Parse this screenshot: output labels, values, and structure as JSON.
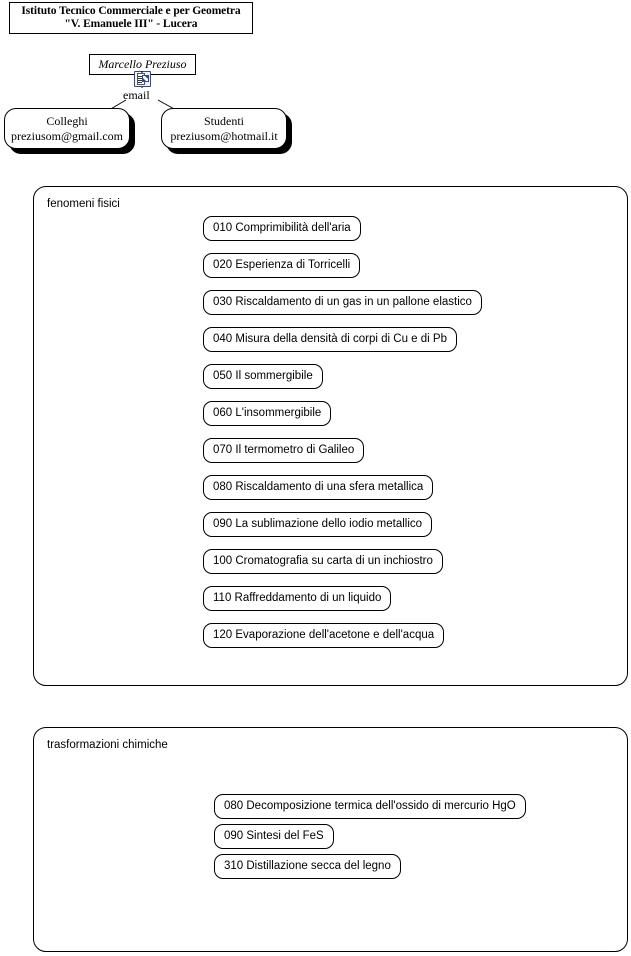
{
  "header": {
    "school_line1": "Istituto Tecnico Commerciale e per Geometra",
    "school_line2": "\"V. Emanuele III\" - Lucera"
  },
  "person": {
    "name": "Marcello Preziuso",
    "icon": "document-icon",
    "edge_label": "email"
  },
  "contacts": [
    {
      "title": "Colleghi",
      "address": "preziusom@gmail.com"
    },
    {
      "title": "Studenti",
      "address": "preziusom@hotmail.it"
    }
  ],
  "sections": [
    {
      "title": "fenomeni fisici",
      "items": [
        "010 Comprimibilità dell'aria",
        "020 Esperienza di Torricelli",
        "030 Riscaldamento di un gas in un pallone elastico",
        "040 Misura della densità di corpi di Cu e di Pb",
        "050 Il sommergibile",
        "060 L'insommergibile",
        "070 Il termometro di Galileo",
        "080 Riscaldamento di una sfera metallica",
        "090 La sublimazione dello iodio metallico",
        "100 Cromatografia su carta di un inchiostro",
        "110 Raffreddamento di un liquido",
        "120 Evaporazione dell'acetone e dell'acqua"
      ]
    },
    {
      "title": "trasformazioni chimiche",
      "items": [
        "080 Decomposizione termica dell'ossido di mercurio HgO",
        "090 Sintesi del FeS",
        "310 Distillazione secca del legno"
      ]
    }
  ],
  "colors": {
    "stroke": "#000000",
    "background": "#ffffff",
    "icon_border": "#2b4a8b"
  }
}
